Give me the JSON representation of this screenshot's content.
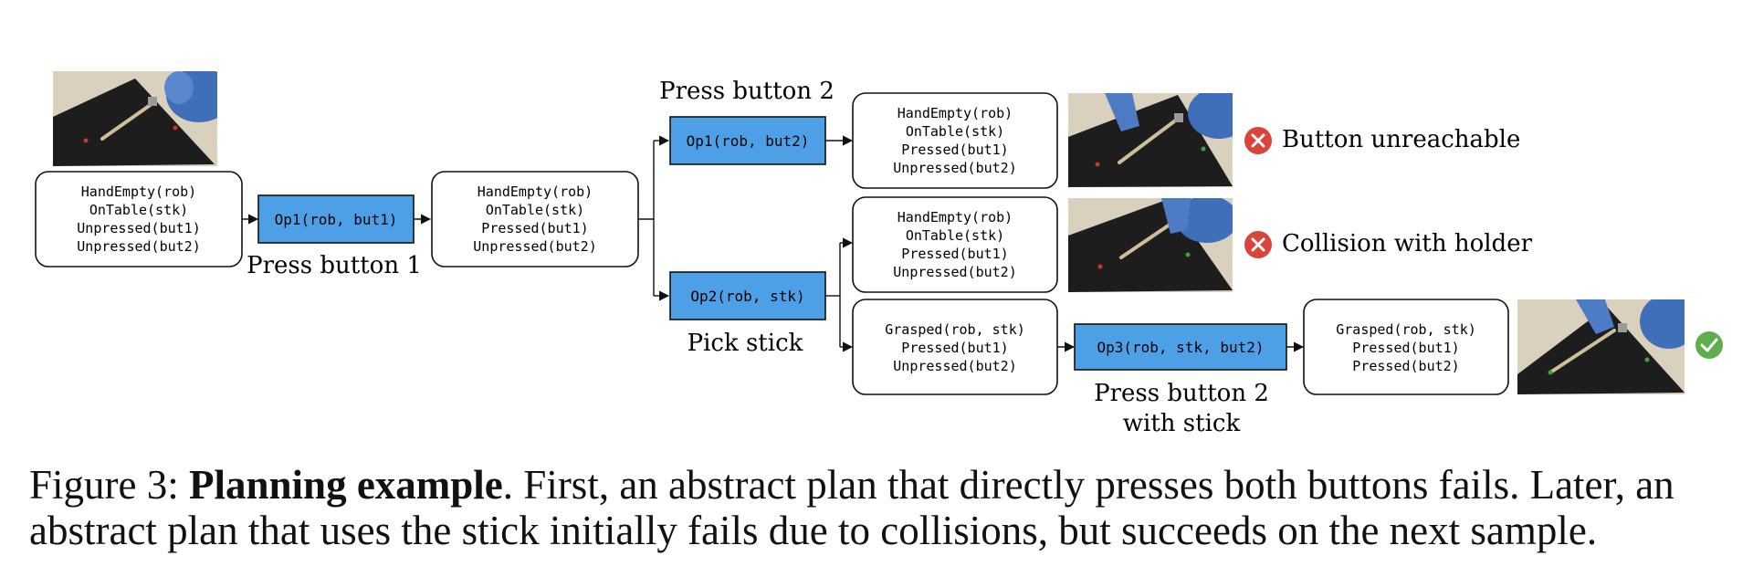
{
  "figure": {
    "states": {
      "s0": [
        "HandEmpty(rob)",
        "OnTable(stk)",
        "Unpressed(but1)",
        "Unpressed(but2)"
      ],
      "s1": [
        "HandEmpty(rob)",
        "OnTable(stk)",
        "Pressed(but1)",
        "Unpressed(but2)"
      ],
      "s2a": [
        "HandEmpty(rob)",
        "OnTable(stk)",
        "Pressed(but1)",
        "Unpressed(but2)"
      ],
      "s2b": [
        "HandEmpty(rob)",
        "OnTable(stk)",
        "Pressed(but1)",
        "Unpressed(but2)"
      ],
      "s3": [
        "Grasped(rob, stk)",
        "Pressed(but1)",
        "Unpressed(but2)"
      ],
      "s4": [
        "Grasped(rob, stk)",
        "Pressed(but1)",
        "Pressed(but2)"
      ]
    },
    "ops": {
      "op1a": "Op1(rob, but1)",
      "op1b": "Op1(rob, but2)",
      "op2": "Op2(rob, stk)",
      "op3": "Op3(rob, stk, but2)"
    },
    "labels": {
      "press_button_1": "Press button 1",
      "press_button_2": "Press button 2",
      "pick_stick": "Pick stick",
      "press_button_2_with_stick_l1": "Press button 2",
      "press_button_2_with_stick_l2": "with stick"
    },
    "outcomes": {
      "fail1": "Button unreachable",
      "fail2": "Collision with holder"
    },
    "colors": {
      "op_fill": "#4ea0e6",
      "fail_red": "#d9453a",
      "success_green": "#5fae4e",
      "scene_bg": "#d9d1bd",
      "table_black": "#1d1d1d",
      "robot_blue": "#3f6fb8"
    }
  },
  "caption": {
    "prefix": "Figure 3: ",
    "bold": "Planning example",
    "text": ". First, an abstract plan that directly presses both buttons fails. Later, an abstract plan that uses the stick initially fails due to collisions, but succeeds on the next sample."
  }
}
